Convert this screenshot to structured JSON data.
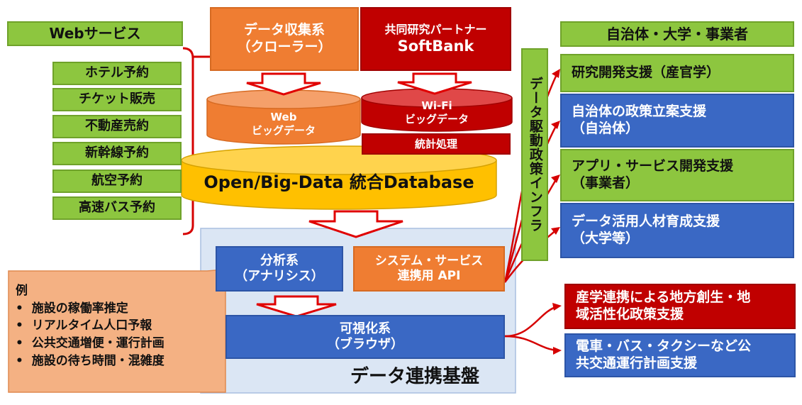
{
  "web_services": {
    "header": "Webサービス",
    "items": [
      "ホテル予約",
      "チケット販売",
      "不動産売約",
      "新幹線予約",
      "航空予約",
      "高速バス予約"
    ]
  },
  "sources": {
    "crawler_line1": "データ収集系",
    "crawler_line2": "（クローラー）",
    "partner_line1": "共同研究パートナー",
    "partner_line2": "SoftBank"
  },
  "databases": {
    "web_line1": "Web",
    "web_line2": "ビッグデータ",
    "wifi_line1": "Wi-Fi",
    "wifi_line2": "ビッグデータ",
    "stats": "統計処理",
    "integrated": "Open/Big-Data 統合Database"
  },
  "platform": {
    "analysis_line1": "分析系",
    "analysis_line2": "（アナリシス）",
    "api_line1": "システム・サービス",
    "api_line2": "連携用 API",
    "viz_line1": "可視化系",
    "viz_line2": "（ブラウザ）",
    "label": "データ連携基盤"
  },
  "example": {
    "title": "例",
    "items": [
      "施設の稼働率推定",
      "リアルタイム人口予報",
      "公共交通増便・運行計画",
      "施設の待ち時間・混雑度"
    ]
  },
  "infra_label": "データ駆動政策インフラ",
  "stakeholders": {
    "header": "自治体・大学・事業者",
    "support_items": [
      {
        "line1": "研究開発支援（産官学）",
        "line2": ""
      },
      {
        "line1": "自治体の政策立案支援",
        "line2": "（自治体）"
      },
      {
        "line1": "アプリ・サービス開発支援",
        "line2": "（事業者）"
      },
      {
        "line1": "データ活用人材育成支援",
        "line2": "（大学等）"
      }
    ]
  },
  "outcomes": [
    {
      "line1": "産学連携による地方創生・地",
      "line2": "域活性化政策支援"
    },
    {
      "line1": "電車・バス・タクシーなど公",
      "line2": "共交通運行計画支援"
    }
  ],
  "colors": {
    "green": "#8dc63f",
    "orange": "#ef7d32",
    "red": "#c00000",
    "blue": "#3a68c4",
    "gold": "#ffc000",
    "salmon": "#f4b183",
    "platform": "#dbe6f4"
  }
}
